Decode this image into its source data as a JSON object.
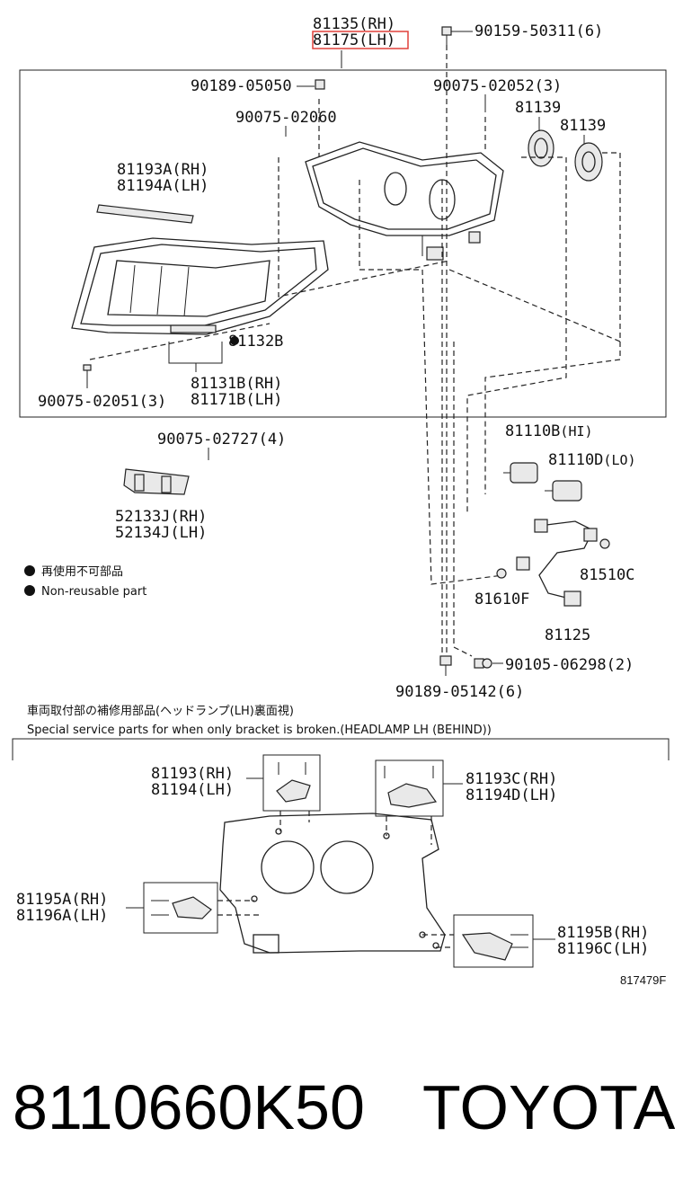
{
  "diagram": {
    "top_labels": {
      "l81135": "81135(RH)",
      "l81175": "81175(LH)",
      "l90159": "90159-50311(6)",
      "l90189a": "90189-05050",
      "l90075a": "90075-02052(3)",
      "l90075b": "90075-02060",
      "l81139a": "81139",
      "l81139b": "81139",
      "l81193a": "81193A(RH)",
      "l81194a": "81194A(LH)",
      "l81132b": "81132B",
      "l81131b": "81131B(RH)",
      "l81171b": "81171B(LH)",
      "l90075c": "90075-02051(3)",
      "l90075d": "90075-02727(4)",
      "l81110b": "81110B",
      "l81110b_sub": "(HI)",
      "l81110d": "81110D",
      "l81110d_sub": "(LO)",
      "l52133j": "52133J(RH)",
      "l52134j": "52134J(LH)",
      "l81510c": "81510C",
      "l81610f": "81610F",
      "l81125": "81125",
      "l90189b": "90189-05142(6)",
      "l90105": "90105-06298(2)"
    },
    "legend": {
      "jp": "再使用不可部品",
      "en": "Non-reusable part"
    },
    "notes": {
      "jp": "車両取付部の補修用部品(ヘッドランプ(LH)裏面視)",
      "en": "Special service parts for when only bracket is broken.(HEADLAMP LH (BEHIND))"
    },
    "bottom_labels": {
      "l81193": "81193(RH)",
      "l81194": "81194(LH)",
      "l81193c": "81193C(RH)",
      "l81194d": "81194D(LH)",
      "l81195a": "81195A(RH)",
      "l81196a": "81196A(LH)",
      "l81195b": "81195B(RH)",
      "l81196c": "81196C(LH)"
    },
    "figure_id": "817479F"
  },
  "footer": {
    "part_number": "8110660K50",
    "brand": "TOYOTA"
  },
  "colors": {
    "highlight": "#e0403a",
    "line": "#222222"
  }
}
